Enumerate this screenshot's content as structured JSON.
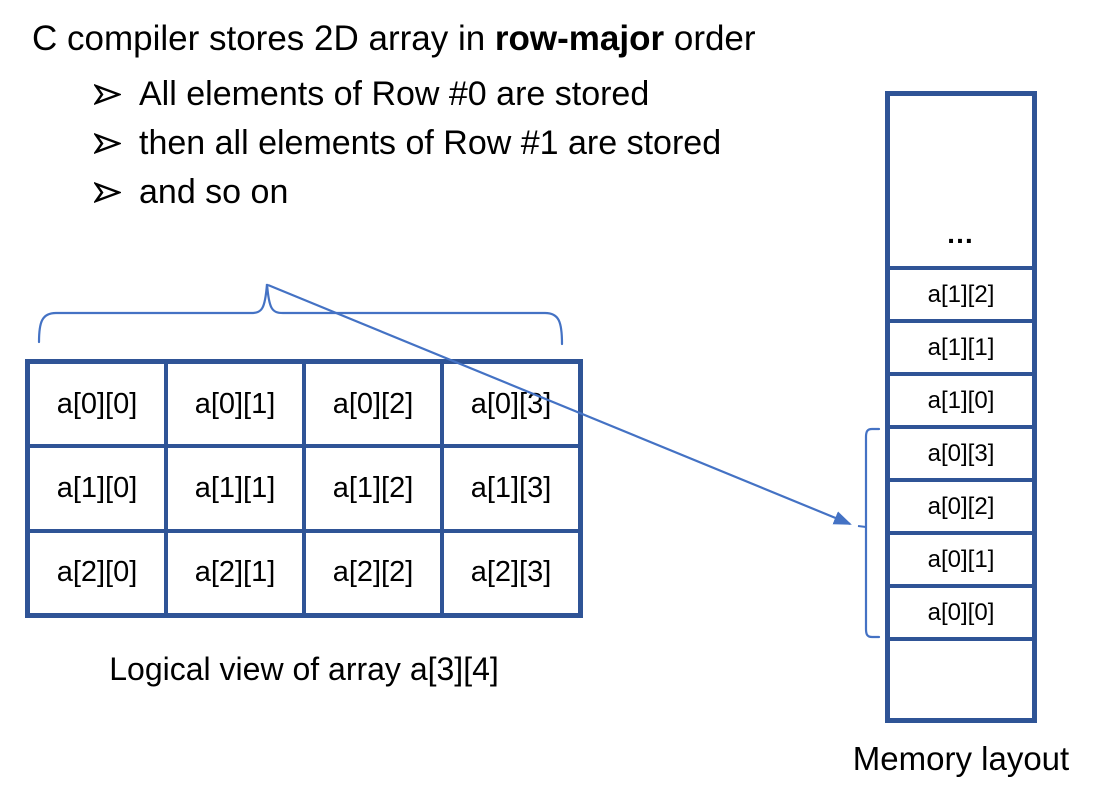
{
  "slide": {
    "title": {
      "prefix": "C compiler stores 2D array in ",
      "bold": "row-major",
      "suffix": " order"
    },
    "bullets": [
      "All elements of Row #0 are stored",
      "then all elements of Row #1 are stored",
      "and so on"
    ]
  },
  "logical_table": {
    "rows": [
      [
        "a[0][0]",
        "a[0][1]",
        "a[0][2]",
        "a[0][3]"
      ],
      [
        "a[1][0]",
        "a[1][1]",
        "a[1][2]",
        "a[1][3]"
      ],
      [
        "a[2][0]",
        "a[2][1]",
        "a[2][2]",
        "a[2][3]"
      ]
    ],
    "caption": "Logical view of array a[3][4]"
  },
  "memory_layout": {
    "cells": [
      "…",
      "a[1][2]",
      "a[1][1]",
      "a[1][0]",
      "a[0][3]",
      "a[0][2]",
      "a[0][1]",
      "a[0][0]",
      ""
    ],
    "caption": "Memory layout"
  },
  "icons": {
    "bullet": "arrowhead-bullet"
  },
  "colors": {
    "grid_border": "#2F5496",
    "annotation_line": "#4472C4",
    "text": "#000000",
    "background": "#FFFFFF"
  }
}
